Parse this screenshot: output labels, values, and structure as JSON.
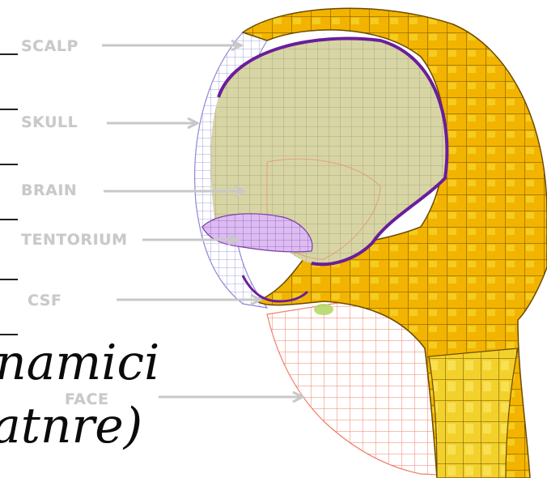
{
  "labels": {
    "scalp": "SCALP",
    "skull": "SKULL",
    "brain": "BRAIN",
    "tentorium": "TENTORIUM",
    "csf": "CSF",
    "face": "FACE"
  },
  "handwriting": {
    "line1": "namici",
    "line2": "atnre)"
  },
  "colors": {
    "scalp_fill": "#f0b000",
    "scalp_light": "#f8e24a",
    "skull_mesh": "#b9b7e8",
    "brain_fill": "#d8d7a4",
    "brain_grid": "#7a7a7a",
    "membrane": "#6a1e9a",
    "tentorium_fill": "#d9b7ee",
    "face_mesh": "#ef7f6a",
    "label_text": "#c9c9c9",
    "arrow": "#c8c8c8",
    "ink": "#0b0b0b"
  }
}
